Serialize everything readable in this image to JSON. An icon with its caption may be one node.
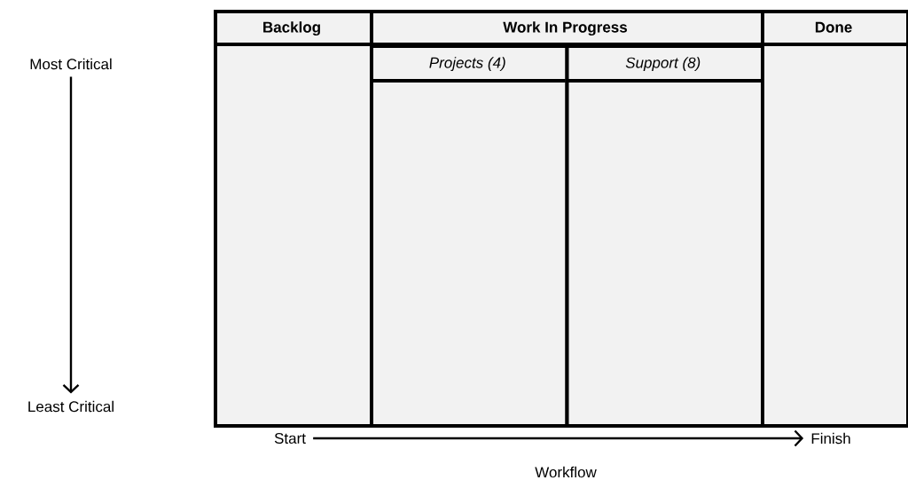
{
  "diagram": {
    "nodes": [
      {
        "text": [
          "Backlog"
        ]
      },
      {
        "text": [
          "Work In Progress"
        ]
      },
      {
        "text": [
          "Projects (4)"
        ],
        "in": 1
      },
      {
        "text": [
          "Support (8)"
        ],
        "in": 1
      },
      {
        "text": [
          "Done"
        ]
      },
      {
        "text": [
          "Most Critical"
        ]
      },
      {
        "text": [
          "Least Critical"
        ]
      },
      {
        "text": [
          "Start"
        ]
      },
      {
        "text": [
          "Finish"
        ]
      }
    ],
    "edges": [
      {
        "from": 5,
        "to": 6,
        "arrow": "to"
      },
      {
        "from": 7,
        "to": 8,
        "arrow": "to",
        "label": "Workflow"
      }
    ]
  }
}
